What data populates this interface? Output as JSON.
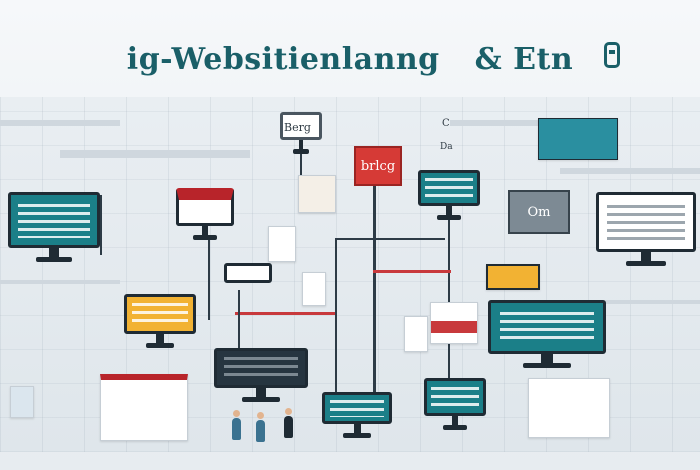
{
  "title": {
    "main": "ig-Websitienlanng",
    "tail": "& Etn"
  },
  "labels": {
    "blog_red": "brlcg",
    "berg": "Berg",
    "om": "Om",
    "c_mark": "C",
    "d_mark": "Da"
  },
  "colors": {
    "teal": "#1b7f88",
    "dark_teal": "#1a5f68",
    "red": "#d63a36",
    "orange": "#f2b233",
    "navy": "#1f2b34"
  }
}
